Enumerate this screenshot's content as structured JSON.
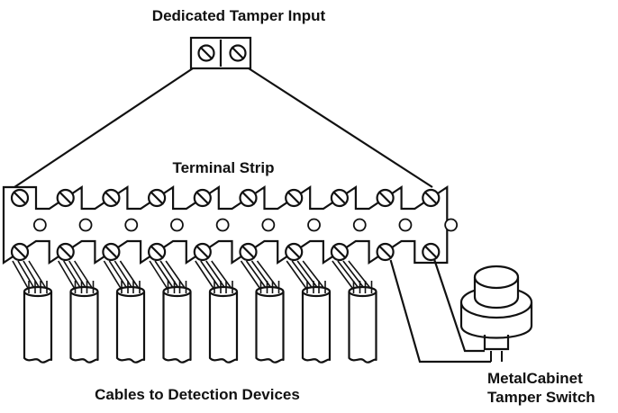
{
  "title": "Dedicated Tamper Input",
  "terminal_strip_label": "Terminal Strip",
  "cables_label": "Cables to Detection Devices",
  "tamper_switch_label": {
    "line1": "MetalCabinet",
    "line2": "Tamper Switch"
  },
  "terminal_strip": {
    "terminal_count": 10,
    "cable_count": 8
  },
  "colors": {
    "line": "#111111",
    "background": "#ffffff"
  }
}
